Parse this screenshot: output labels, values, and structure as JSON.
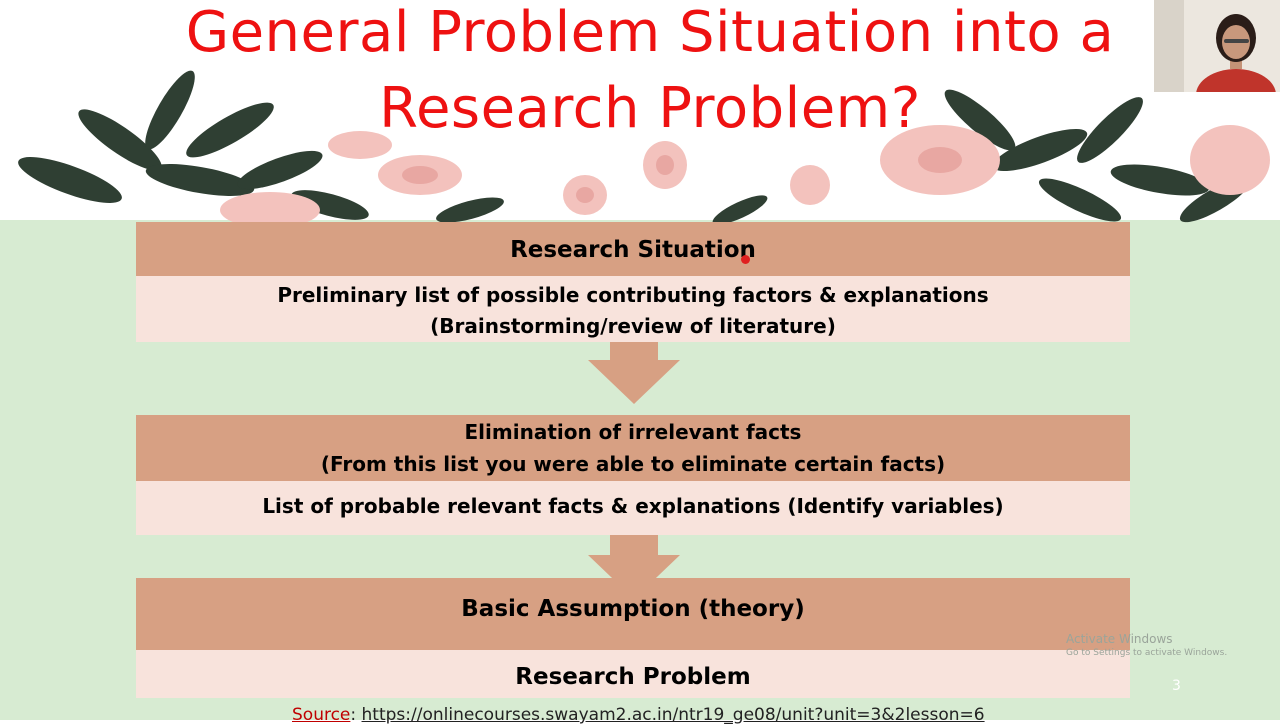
{
  "slide": {
    "title_line_1": "General Problem Situation into a",
    "title_line_2": "Research Problem?",
    "page_number": "3"
  },
  "flow": {
    "step1": {
      "header": "Research Situation",
      "body_line_1": "Preliminary list of possible contributing factors & explanations",
      "body_line_2": "(Brainstorming/review of literature)"
    },
    "step2": {
      "header_line_1": "Elimination of irrelevant facts",
      "header_line_2": "(From this list you were able to eliminate certain facts)",
      "body": "List of probable relevant facts & explanations (Identify variables)"
    },
    "step3": {
      "header": "Basic Assumption  (theory)",
      "body": "Research Problem"
    }
  },
  "source": {
    "label": "Source",
    "url": "https://onlinecourses.swayam2.ac.in/ntr19_ge08/unit?unit=3&2lesson=6"
  },
  "watermark": {
    "line_1": "Activate Windows",
    "line_2": "Go to Settings to activate Windows."
  },
  "colors": {
    "title": "#ee1111",
    "band_dark": "#d7a083",
    "band_light": "#f8e3dc",
    "background": "#d7ebd2",
    "arrow": "#d7a083"
  }
}
